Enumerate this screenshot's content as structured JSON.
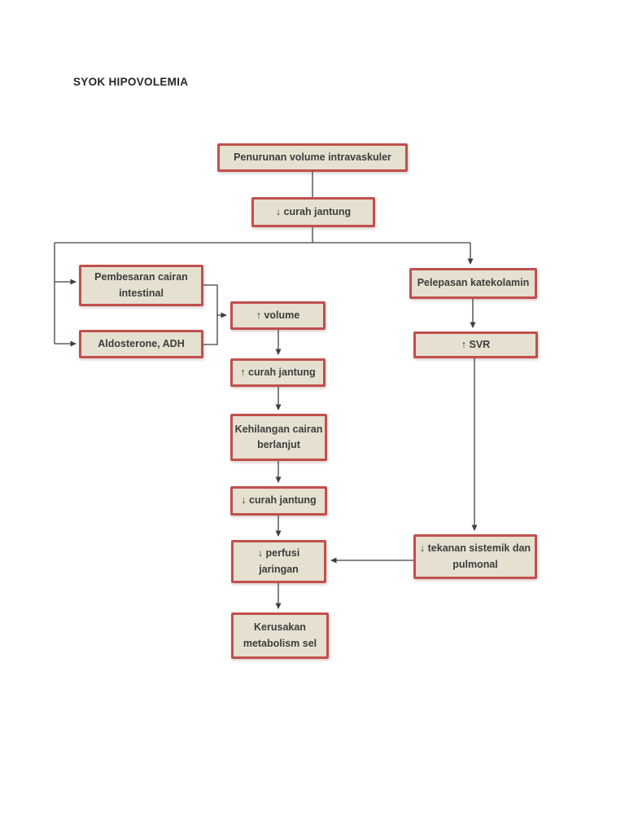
{
  "page": {
    "title": "SYOK HIPOVOLEMIA"
  },
  "colors": {
    "box_fill": "#e5e0d0",
    "box_border": "#c0504d",
    "line": "#404040",
    "text": "#3d3d3d"
  },
  "diagram": {
    "nodes": {
      "penurunan_volume": {
        "label": "Penurunan volume intravaskuler"
      },
      "curah_jantung_turun_1": {
        "label": "↓ curah jantung"
      },
      "pembesaran_cairan": {
        "label": "Pembesaran cairan\nintestinal"
      },
      "aldosterone_adh": {
        "label": "Aldosterone, ADH"
      },
      "volume_naik": {
        "label": "↑ volume"
      },
      "curah_jantung_naik": {
        "label": "↑ curah jantung"
      },
      "kehilangan_cairan": {
        "label": "Kehilangan cairan\nberlanjut"
      },
      "curah_jantung_turun_2": {
        "label": "↓ curah jantung"
      },
      "perfusi_jaringan": {
        "label": "↓ perfusi\njaringan"
      },
      "kerusakan_metabolism": {
        "label": "Kerusakan\nmetabolism sel"
      },
      "pelepasan_katekolamin": {
        "label": "Pelepasan katekolamin"
      },
      "svr_naik": {
        "label": "↑ SVR"
      },
      "tekanan_sistemik": {
        "label": "↓ tekanan sistemik dan\npulmonal"
      }
    }
  }
}
